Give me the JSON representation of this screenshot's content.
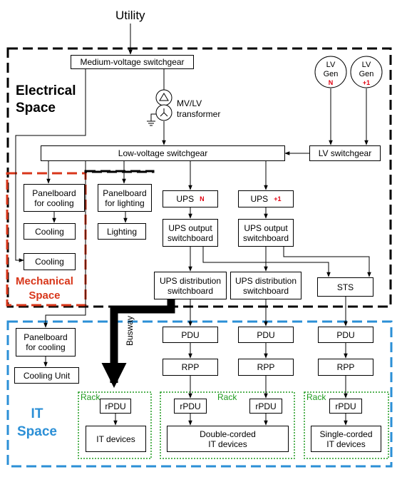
{
  "colors": {
    "electrical_border": "#000000",
    "mechanical_border": "#d8361a",
    "it_border": "#2b8fd6",
    "rack_border": "#1e9a1e",
    "redundancy_tag": "#e0000f"
  },
  "utility": "Utility",
  "spaces": {
    "electrical": "Electrical\nSpace",
    "mechanical": "Mechanical\nSpace",
    "it": "IT\nSpace"
  },
  "electrical": {
    "mv_switchgear": "Medium-voltage switchgear",
    "transformer": "MV/LV\ntransformer",
    "lv_gen_n": {
      "label": "LV\nGen",
      "tag": "N"
    },
    "lv_gen_plus1": {
      "label": "LV\nGen",
      "tag": "+1"
    },
    "lv_switchgear_main": "Low-voltage switchgear",
    "lv_switchgear_gen": "LV switchgear",
    "ups_n": {
      "label": "UPS",
      "tag": "N"
    },
    "ups_plus1": {
      "label": "UPS",
      "tag": "+1"
    },
    "ups_output_1": "UPS output\nswitchboard",
    "ups_output_2": "UPS output\nswitchboard",
    "ups_dist_1": "UPS distribution\nswitchboard",
    "ups_dist_2": "UPS distribution\nswitchboard",
    "sts": "STS",
    "panelboard_lighting": "Panelboard\nfor lighting",
    "lighting": "Lighting"
  },
  "mechanical": {
    "panelboard_cooling": "Panelboard\nfor cooling",
    "cooling_1": "Cooling",
    "cooling_2": "Cooling"
  },
  "it": {
    "panelboard_cooling": "Panelboard\nfor cooling",
    "cooling_unit": "Cooling Unit",
    "busway": "Busway",
    "pdu_1": "PDU",
    "pdu_2": "PDU",
    "pdu_3": "PDU",
    "rpp_1": "RPP",
    "rpp_2": "RPP",
    "rpp_3": "RPP",
    "rack_label_1": "Rack",
    "rack_label_2": "Rack",
    "rack_label_3": "Rack",
    "rpdu_1": "rPDU",
    "rpdu_2": "rPDU",
    "rpdu_3": "rPDU",
    "rpdu_4": "rPDU",
    "it_devices": "IT devices",
    "double_corded": "Double-corded\nIT devices",
    "single_corded": "Single-corded\nIT devices"
  }
}
